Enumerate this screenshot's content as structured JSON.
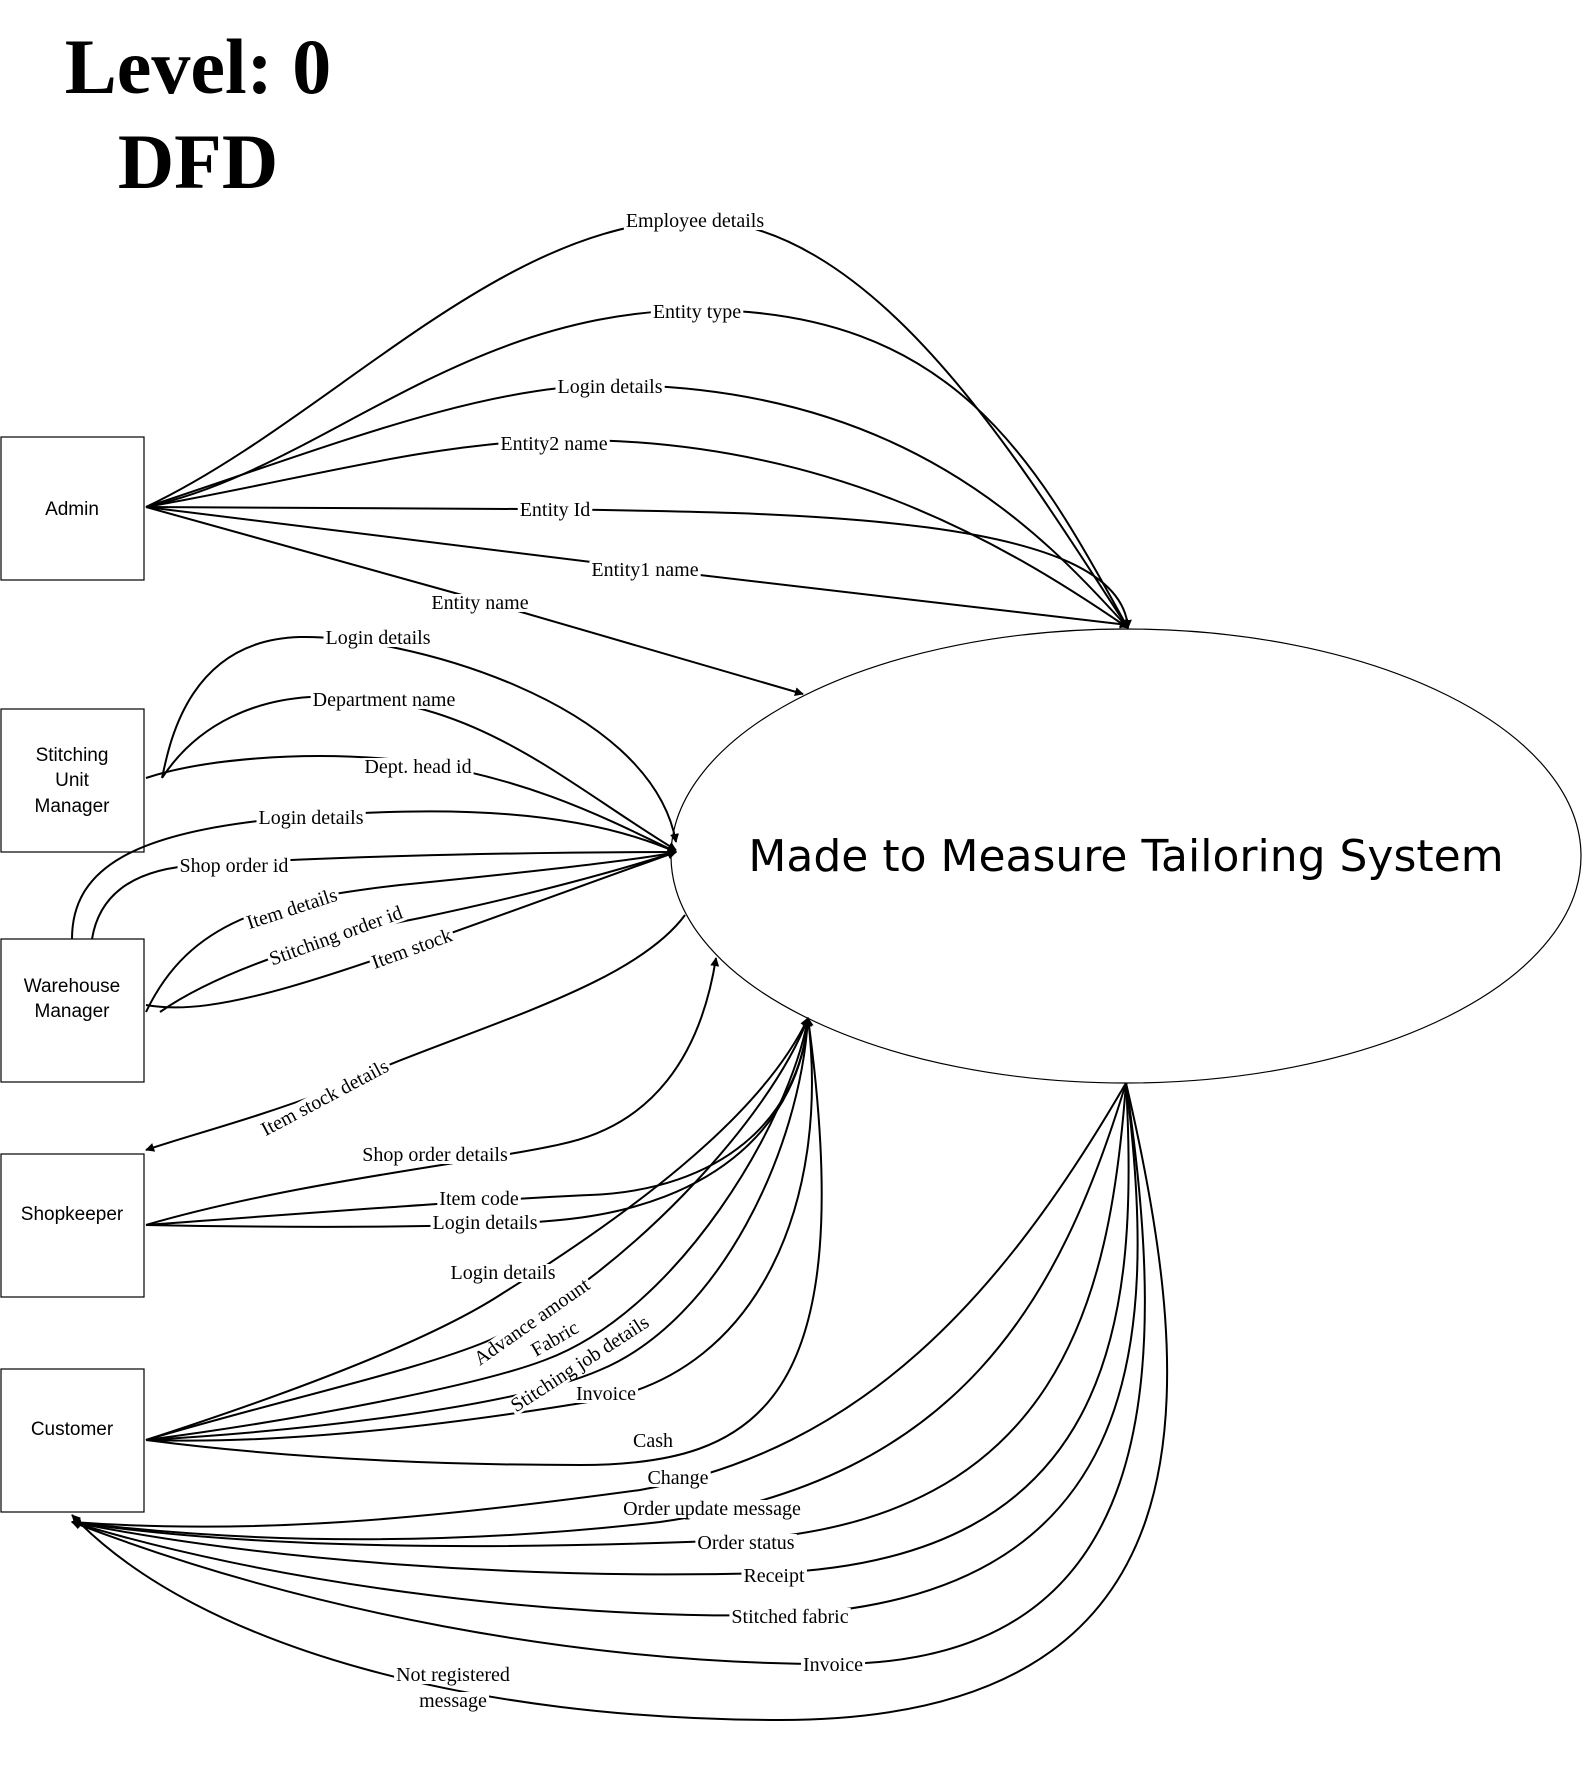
{
  "title": {
    "line1": "Level: 0",
    "line2": "DFD"
  },
  "process": {
    "name": "Made to Measure Tailoring System"
  },
  "entities": {
    "admin": "Admin",
    "stitching": [
      "Stitching",
      "Unit",
      "Manager"
    ],
    "warehouse": [
      "Warehouse",
      "Manager"
    ],
    "shopkeeper": "Shopkeeper",
    "customer": "Customer"
  },
  "flows": {
    "admin": [
      "Employee details",
      "Entity type",
      "Login details",
      "Entity2 name",
      "Entity Id",
      "Entity1 name",
      "Entity name"
    ],
    "stitching": [
      "Login details",
      "Department name",
      "Dept. head id"
    ],
    "warehouse": [
      "Login details",
      "Shop order id",
      "Item details",
      "Stitching order id",
      "Item stock"
    ],
    "to_shopkeeper": [
      "Item stock details"
    ],
    "shopkeeper": [
      "Shop order details",
      "Item code",
      "Login details"
    ],
    "customer_in": [
      "Login details",
      "Advance amount",
      "Fabric",
      "Stitching job details",
      "Invoice",
      "Cash"
    ],
    "customer_out": [
      "Change",
      "Order update message",
      "Order status",
      "Receipt",
      "Stitched fabric",
      "Invoice",
      [
        "Not registered",
        "message"
      ]
    ]
  }
}
